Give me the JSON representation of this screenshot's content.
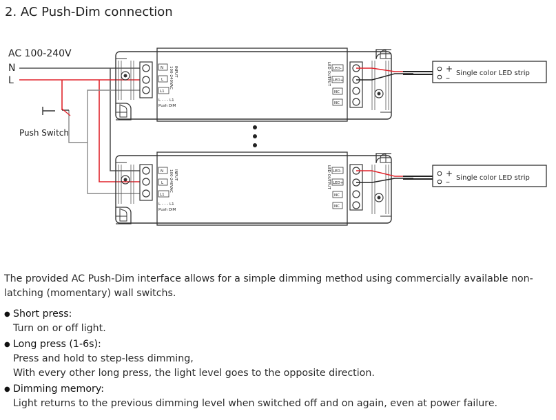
{
  "title": "2. AC Push-Dim connection",
  "supply_label": "AC 100-240V",
  "line_n": "N",
  "line_l": "L",
  "switch_label": "Push Switch",
  "strip_label": "Single color LED strip",
  "plus_sign": "+",
  "minus_sign": "–",
  "driver": {
    "terminal_n": "N",
    "terminal_l": "L",
    "terminal_l1": "L1",
    "input_label": "INPUT",
    "input_range": "100-240VAC",
    "jumper_label": "L - - - L1",
    "mode_label": "Push DIM",
    "out_plus": "LED+",
    "out_minus": "LED-",
    "nc": "NC",
    "output_label": "LED OUTPUT"
  },
  "description": "The provided AC Push-Dim interface allows for a simple dimming method using commercially available non-latching (momentary) wall switchs.",
  "features": [
    {
      "name": "Short press:",
      "lines": [
        "Turn on or off light."
      ]
    },
    {
      "name": "Long press (1-6s):",
      "lines": [
        "Press and hold to step-less dimming,",
        "With every other long press, the light level goes to the opposite direction."
      ]
    },
    {
      "name": "Dimming memory:",
      "lines": [
        "Light returns to the previous dimming level when switched off and on again, even at power failure."
      ]
    }
  ],
  "colors": {
    "live_wire": "#e0242b",
    "neutral_wire": "#555555",
    "switch_wire": "#888888",
    "output_wire": "#222222",
    "housing": "#333333"
  }
}
